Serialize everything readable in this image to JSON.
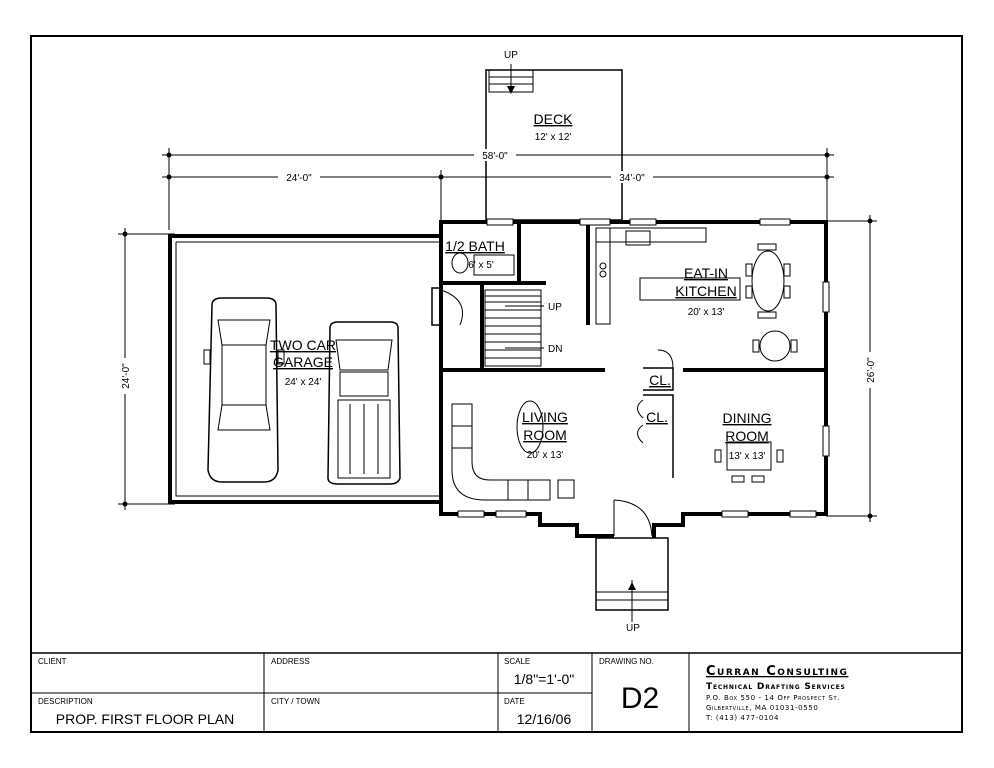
{
  "plan": {
    "deck": {
      "title": "DECK",
      "size": "12' x 12'"
    },
    "half_bath": {
      "title": "1/2 BATH",
      "size": "6' x 5'"
    },
    "kitchen": {
      "title_line1": "EAT-IN",
      "title_line2": "KITCHEN",
      "size": "20' x 13'"
    },
    "garage": {
      "title_line1": "TWO CAR",
      "title_line2": "GARAGE",
      "size": "24' x 24'"
    },
    "living": {
      "title_line1": "LIVING",
      "title_line2": "ROOM",
      "size": "20' x 13'"
    },
    "dining": {
      "title_line1": "DINING",
      "title_line2": "ROOM",
      "size": "13' x 13'"
    },
    "closet1": "CL.",
    "closet2": "CL.",
    "stair_up": "UP",
    "stair_dn": "DN",
    "deck_stair_up": "UP",
    "front_stair_up": "UP"
  },
  "dimensions": {
    "overall_width": "58'-0\"",
    "garage_width": "24'-0\"",
    "house_width": "34'-0\"",
    "garage_depth": "24'-0\"",
    "house_depth": "26'-0\""
  },
  "title_block": {
    "client_label": "CLIENT",
    "address_label": "ADDRESS",
    "scale_label": "SCALE",
    "scale_value": "1/8\"=1'-0\"",
    "drawing_no_label": "DRAWING NO.",
    "drawing_no": "D2",
    "description_label": "DESCRIPTION",
    "description_value": "PROP. FIRST FLOOR PLAN",
    "city_label": "CITY / TOWN",
    "date_label": "DATE",
    "date_value": "12/16/06",
    "company_name": "Curran Consulting",
    "company_sub": "Technical Drafting Services",
    "company_addr1": "P.O. Box 550 - 14 Off Prospect St.",
    "company_addr2": "Gilbertville, MA 01031-0550",
    "company_phone": "T: (413) 477-0104"
  }
}
